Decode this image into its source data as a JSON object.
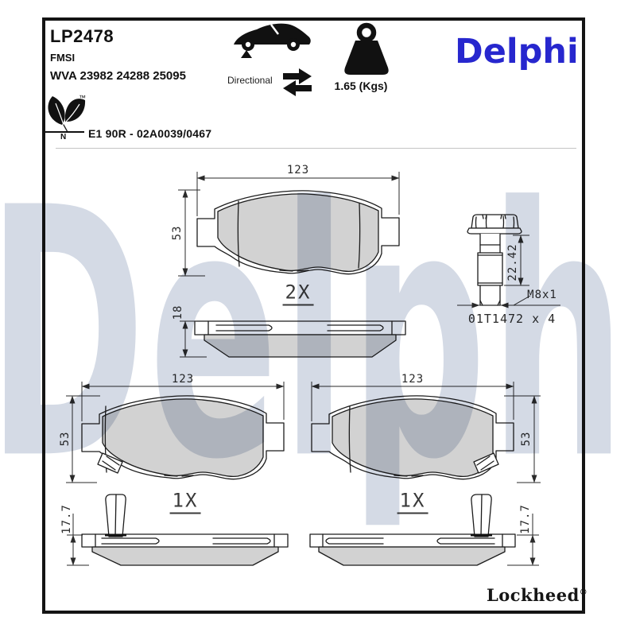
{
  "header": {
    "part_number": "LP2478",
    "fmsi_label": "FMSI",
    "wva_numbers": "WVA 23982 24288 25095",
    "directional_label": "Directional",
    "weight_label": "1.65 (Kgs)",
    "brand_logo": "Delphi",
    "eco_trademark": "™",
    "eco_letter": "N",
    "homologation": "E1 90R - 02A0039/0467"
  },
  "icons": {
    "car": "car-silhouette-icon",
    "directional": "double-arrow-icon",
    "weight": "weight-icon",
    "eco": "leaf-icon"
  },
  "watermark": "Delphi",
  "views": {
    "outer_pad": {
      "width": "123",
      "height": "53",
      "quantity": "2X",
      "thickness": "18"
    },
    "guide_bolt": {
      "length": "22.42",
      "thread": "M8x1",
      "reference": "01T1472 x 4"
    },
    "inner_pad_left": {
      "width": "123",
      "height": "53",
      "quantity": "1X",
      "thickness": "17.7"
    },
    "inner_pad_right": {
      "width": "123",
      "height": "53",
      "quantity": "1X",
      "thickness": "17.7"
    }
  },
  "footer": {
    "brand": "Lockheed",
    "registered": "®"
  },
  "colors": {
    "brand_blue": "#2727CE",
    "friction_gray": "#D2D2D2",
    "watermark_gray_blue": "#D4DAE5",
    "line_black": "#1C1C1C"
  }
}
